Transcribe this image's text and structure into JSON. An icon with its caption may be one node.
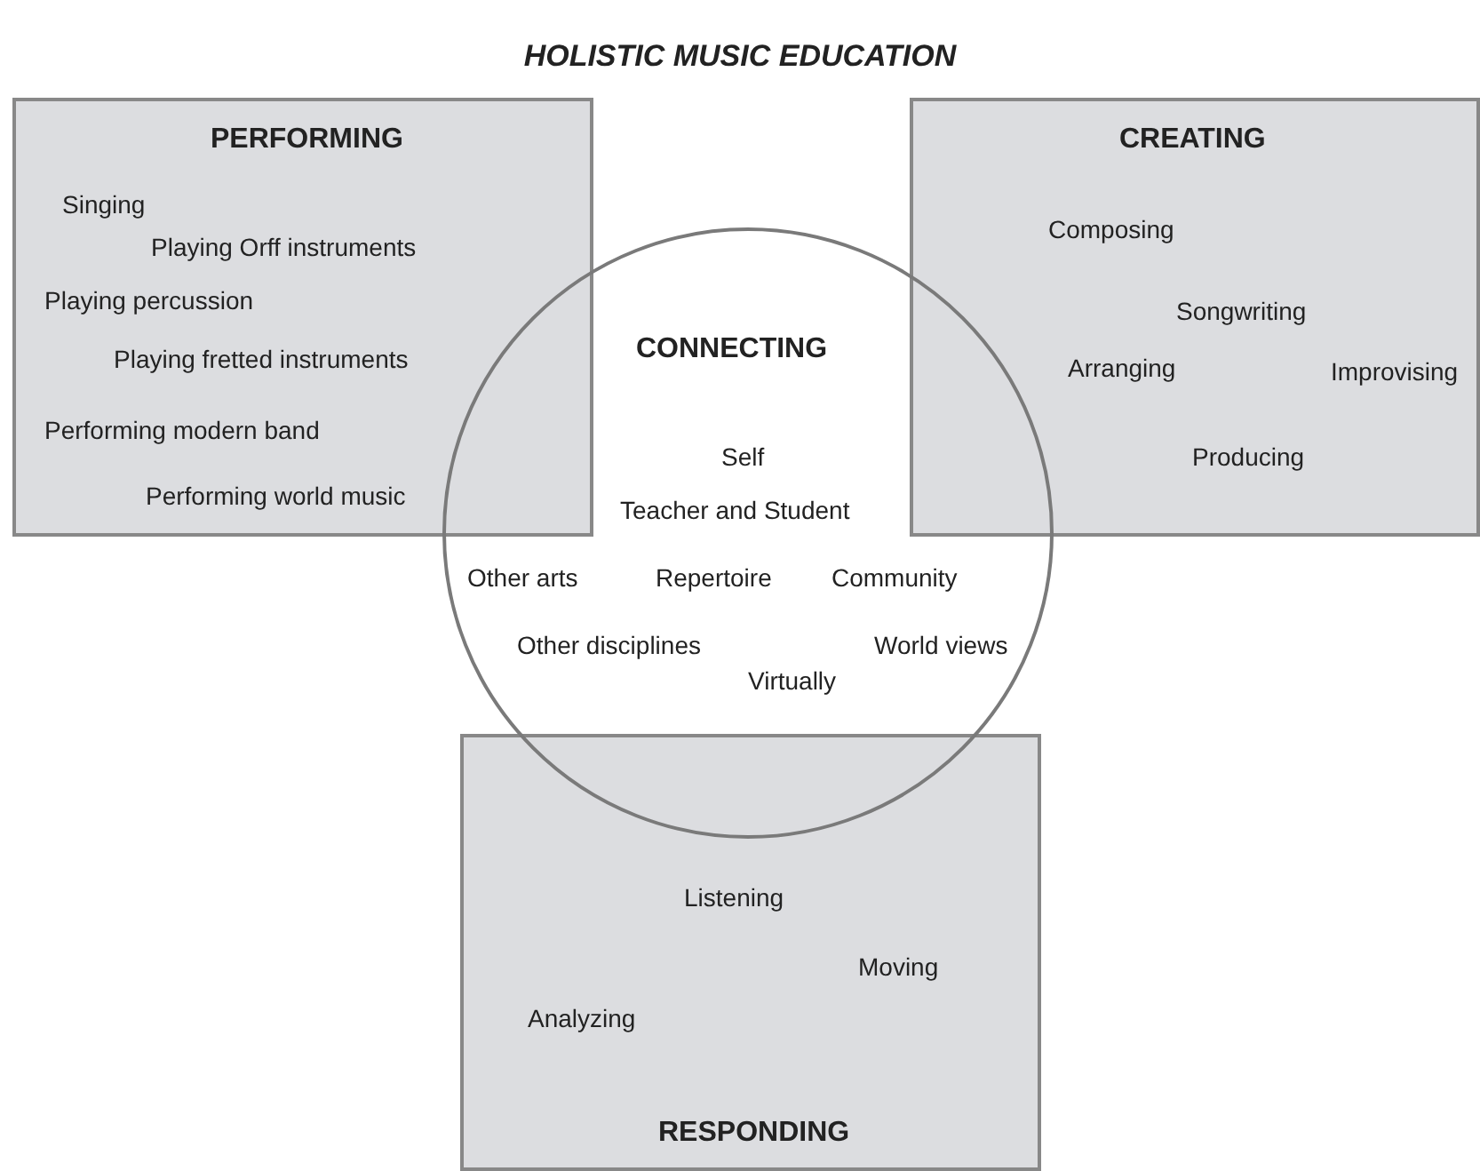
{
  "diagram": {
    "title": "HOLISTIC MUSIC EDUCATION",
    "nodes": [
      {
        "text": [
          "PERFORMING",
          "Singing",
          "Playing Orff instruments",
          "Playing percussion",
          "Playing fretted instruments",
          "Performing modern band",
          "Performing world music"
        ]
      },
      {
        "text": [
          "CREATING",
          "Composing",
          "Songwriting",
          "Arranging",
          "Improvising",
          "Producing"
        ]
      },
      {
        "text": [
          "CONNECTING",
          "Self",
          "Teacher and Student",
          "Other arts",
          "Repertoire",
          "Community",
          "Other disciplines",
          "World views",
          "Virtually"
        ]
      },
      {
        "text": [
          "Listening",
          "Moving",
          "Analyzing",
          "RESPONDING"
        ]
      }
    ]
  }
}
